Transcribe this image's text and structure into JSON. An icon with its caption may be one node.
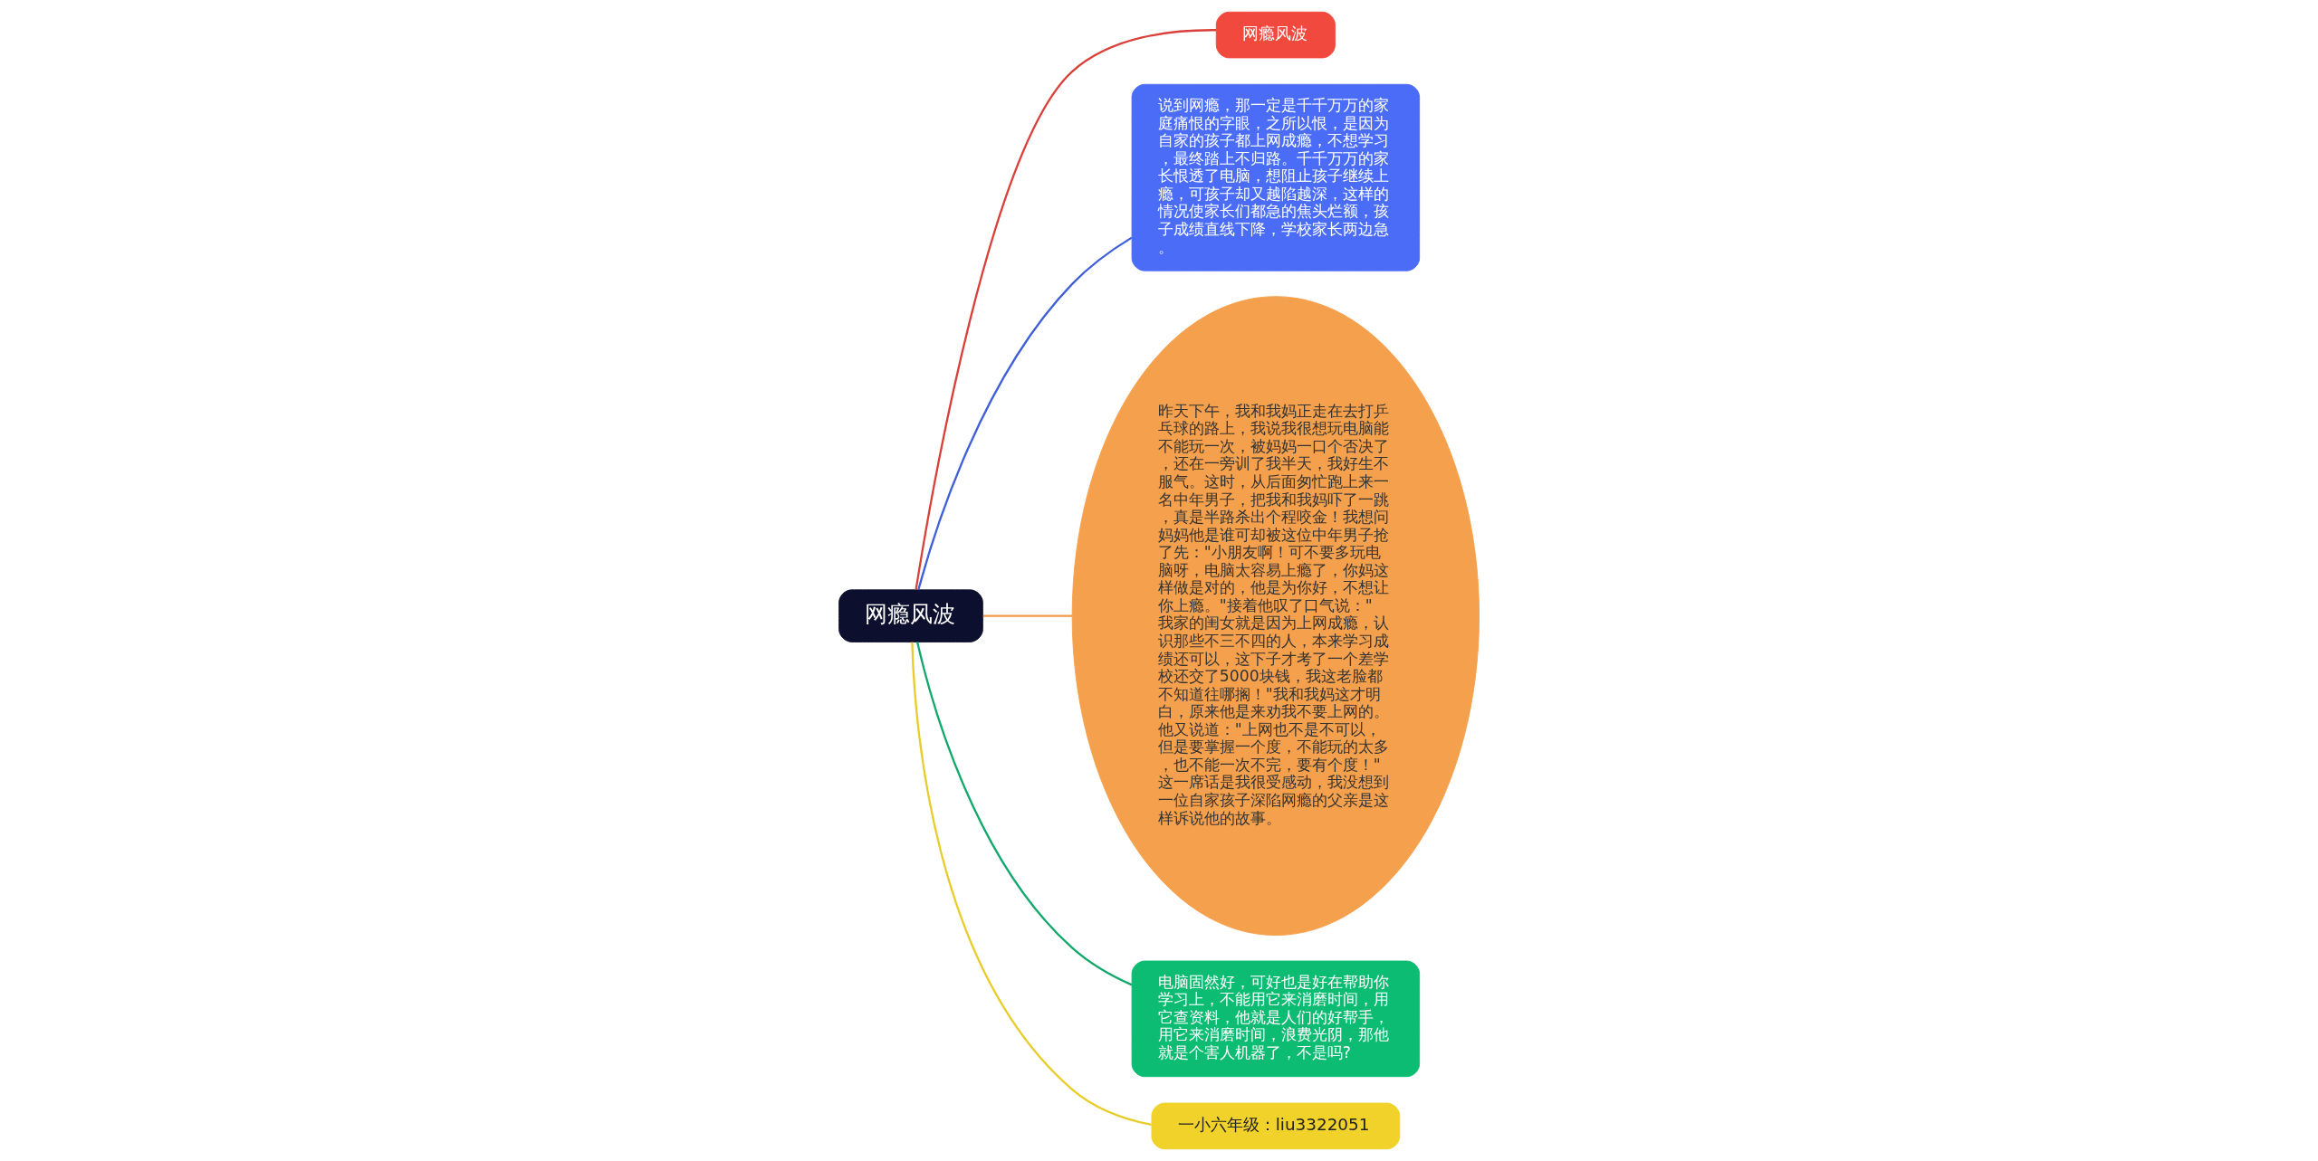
{
  "diagram": {
    "nodes": [
      {
        "text": [
          "网瘾风波"
        ]
      },
      {
        "text": [
          "网瘾风波"
        ]
      },
      {
        "text": [
          "说到网瘾，那一定是千千万万的家庭痛恨的字眼，之所以恨，是因为自家的孩子都上网成瘾，不想学习，最终踏上不归路。千千万万的家长恨透了电脑，想阻止孩子继续上瘾，可孩子却又越陷越深，这样的情况使家长们都急的焦头烂额，孩子成绩直线下降，学校家长两边急。"
        ]
      },
      {
        "text": [
          "昨天下午，我和我妈正走在去打乒乓球的路上，我说我很想玩电脑能不能玩一次，被妈妈一口个否决了，还在一旁训了我半天，我好生不服气。这时，从后面匆忙跑上来一名中年男子，把我和我妈吓了一跳，真是半路杀出个程咬金！我想问妈妈他是谁可却被这位中年男子抢了先：\"小朋友啊！可不要多玩电脑呀，电脑太容易上瘾了，你妈这样做是对的，他是为你好，不想让你上瘾。\"接着他叹了口气说：\"我家的闺女就是因为上网成瘾，认识那些不三不四的人，本来学习成绩还可以，这下子才考了一个差学校还交了5000块钱，我这老脸都不知道往哪搁！\"我和我妈这才明白，原来他是来劝我不要上网的。他又说道：\"上网也不是不可以，但是要掌握一个度，不能玩的太多，也不能一次不完，要有个度！\"这一席话是我很受感动，我没想到一位自家孩子深陷网瘾的父亲是这样诉说他的故事。"
        ]
      },
      {
        "text": [
          "电脑固然好，可好也是好在帮助你学习上，不能用它来消磨时间，用它查资料，他就是人们的好帮手，用它来消磨时间，浪费光阴，那他就是个害人机器了，不是吗?"
        ]
      },
      {
        "text": [
          "一小六年级：liu3322051"
        ]
      }
    ],
    "edges": [
      {
        "from": 0,
        "to": 1,
        "arrow": "none",
        "color": "#d9403a"
      },
      {
        "from": 0,
        "to": 2,
        "arrow": "none",
        "color": "#3f5fd8"
      },
      {
        "from": 0,
        "to": 3,
        "arrow": "none",
        "color": "#f29a4a"
      },
      {
        "from": 0,
        "to": 4,
        "arrow": "none",
        "color": "#12a86b"
      },
      {
        "from": 0,
        "to": 5,
        "arrow": "none",
        "color": "#e8cc2a"
      }
    ]
  }
}
